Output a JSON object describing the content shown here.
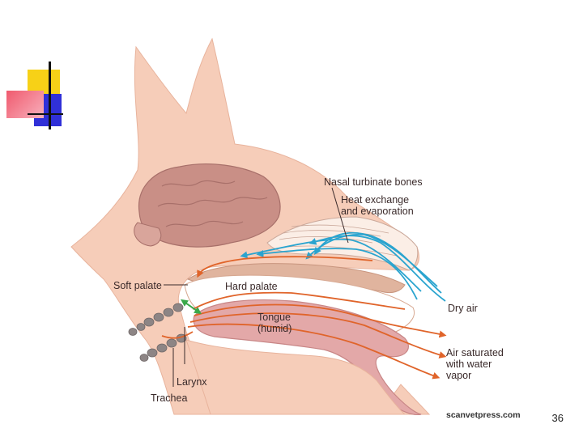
{
  "labels": {
    "nasal_turbinate": "Nasal turbinate bones",
    "heat_exchange_1": "Heat exchange",
    "heat_exchange_2": "and evaporation",
    "soft_palate": "Soft palate",
    "hard_palate": "Hard palate",
    "tongue_1": "Tongue",
    "tongue_2": "(humid)",
    "dry_air": "Dry air",
    "saturated_1": "Air saturated",
    "saturated_2": "with water",
    "saturated_3": "vapor",
    "larynx": "Larynx",
    "trachea": "Trachea"
  },
  "credit": "scanvetpress.com",
  "page_number": "36",
  "colors": {
    "skin": "#f6cdb9",
    "brain": "#c98f86",
    "tongue": "#e3a8a8",
    "dry_air_arrow": "#2aa4cf",
    "saturated_air_arrow": "#e0642a",
    "deco_yellow": "#f7d117",
    "deco_red": "#f05a6e",
    "deco_blue": "#3030d8"
  }
}
